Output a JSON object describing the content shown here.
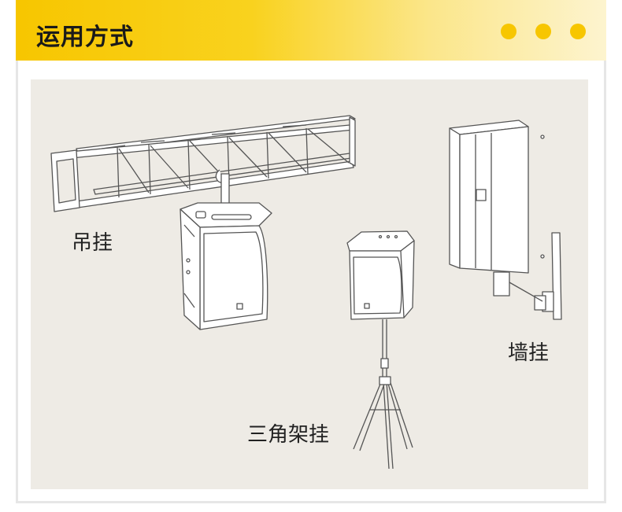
{
  "header": {
    "title": "运用方式"
  },
  "labels": {
    "hanging": "吊挂",
    "wall_mount": "墙挂",
    "tripod": "三角架挂"
  },
  "colors": {
    "accent_yellow": "#f7c600",
    "panel_bg": "#eeebe5",
    "frame_border": "#e6e6e6"
  }
}
